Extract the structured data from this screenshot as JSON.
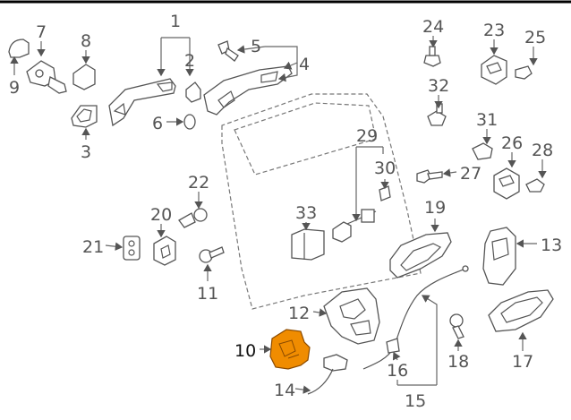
{
  "callouts": {
    "c1": "1",
    "c2": "2",
    "c3": "3",
    "c4": "4",
    "c5": "5",
    "c6": "6",
    "c7": "7",
    "c8": "8",
    "c9": "9",
    "c10": "10",
    "c11": "11",
    "c12": "12",
    "c13": "13",
    "c14": "14",
    "c15": "15",
    "c16": "16",
    "c17": "17",
    "c18": "18",
    "c19": "19",
    "c20": "20",
    "c21": "21",
    "c22": "22",
    "c23": "23",
    "c24": "24",
    "c25": "25",
    "c26": "26",
    "c27": "27",
    "c28": "28",
    "c29": "29",
    "c30": "30",
    "c31": "31",
    "c32": "32",
    "c33": "33"
  },
  "colors": {
    "highlight_part": "#f08c00",
    "line": "#555555",
    "border": "#000000"
  }
}
